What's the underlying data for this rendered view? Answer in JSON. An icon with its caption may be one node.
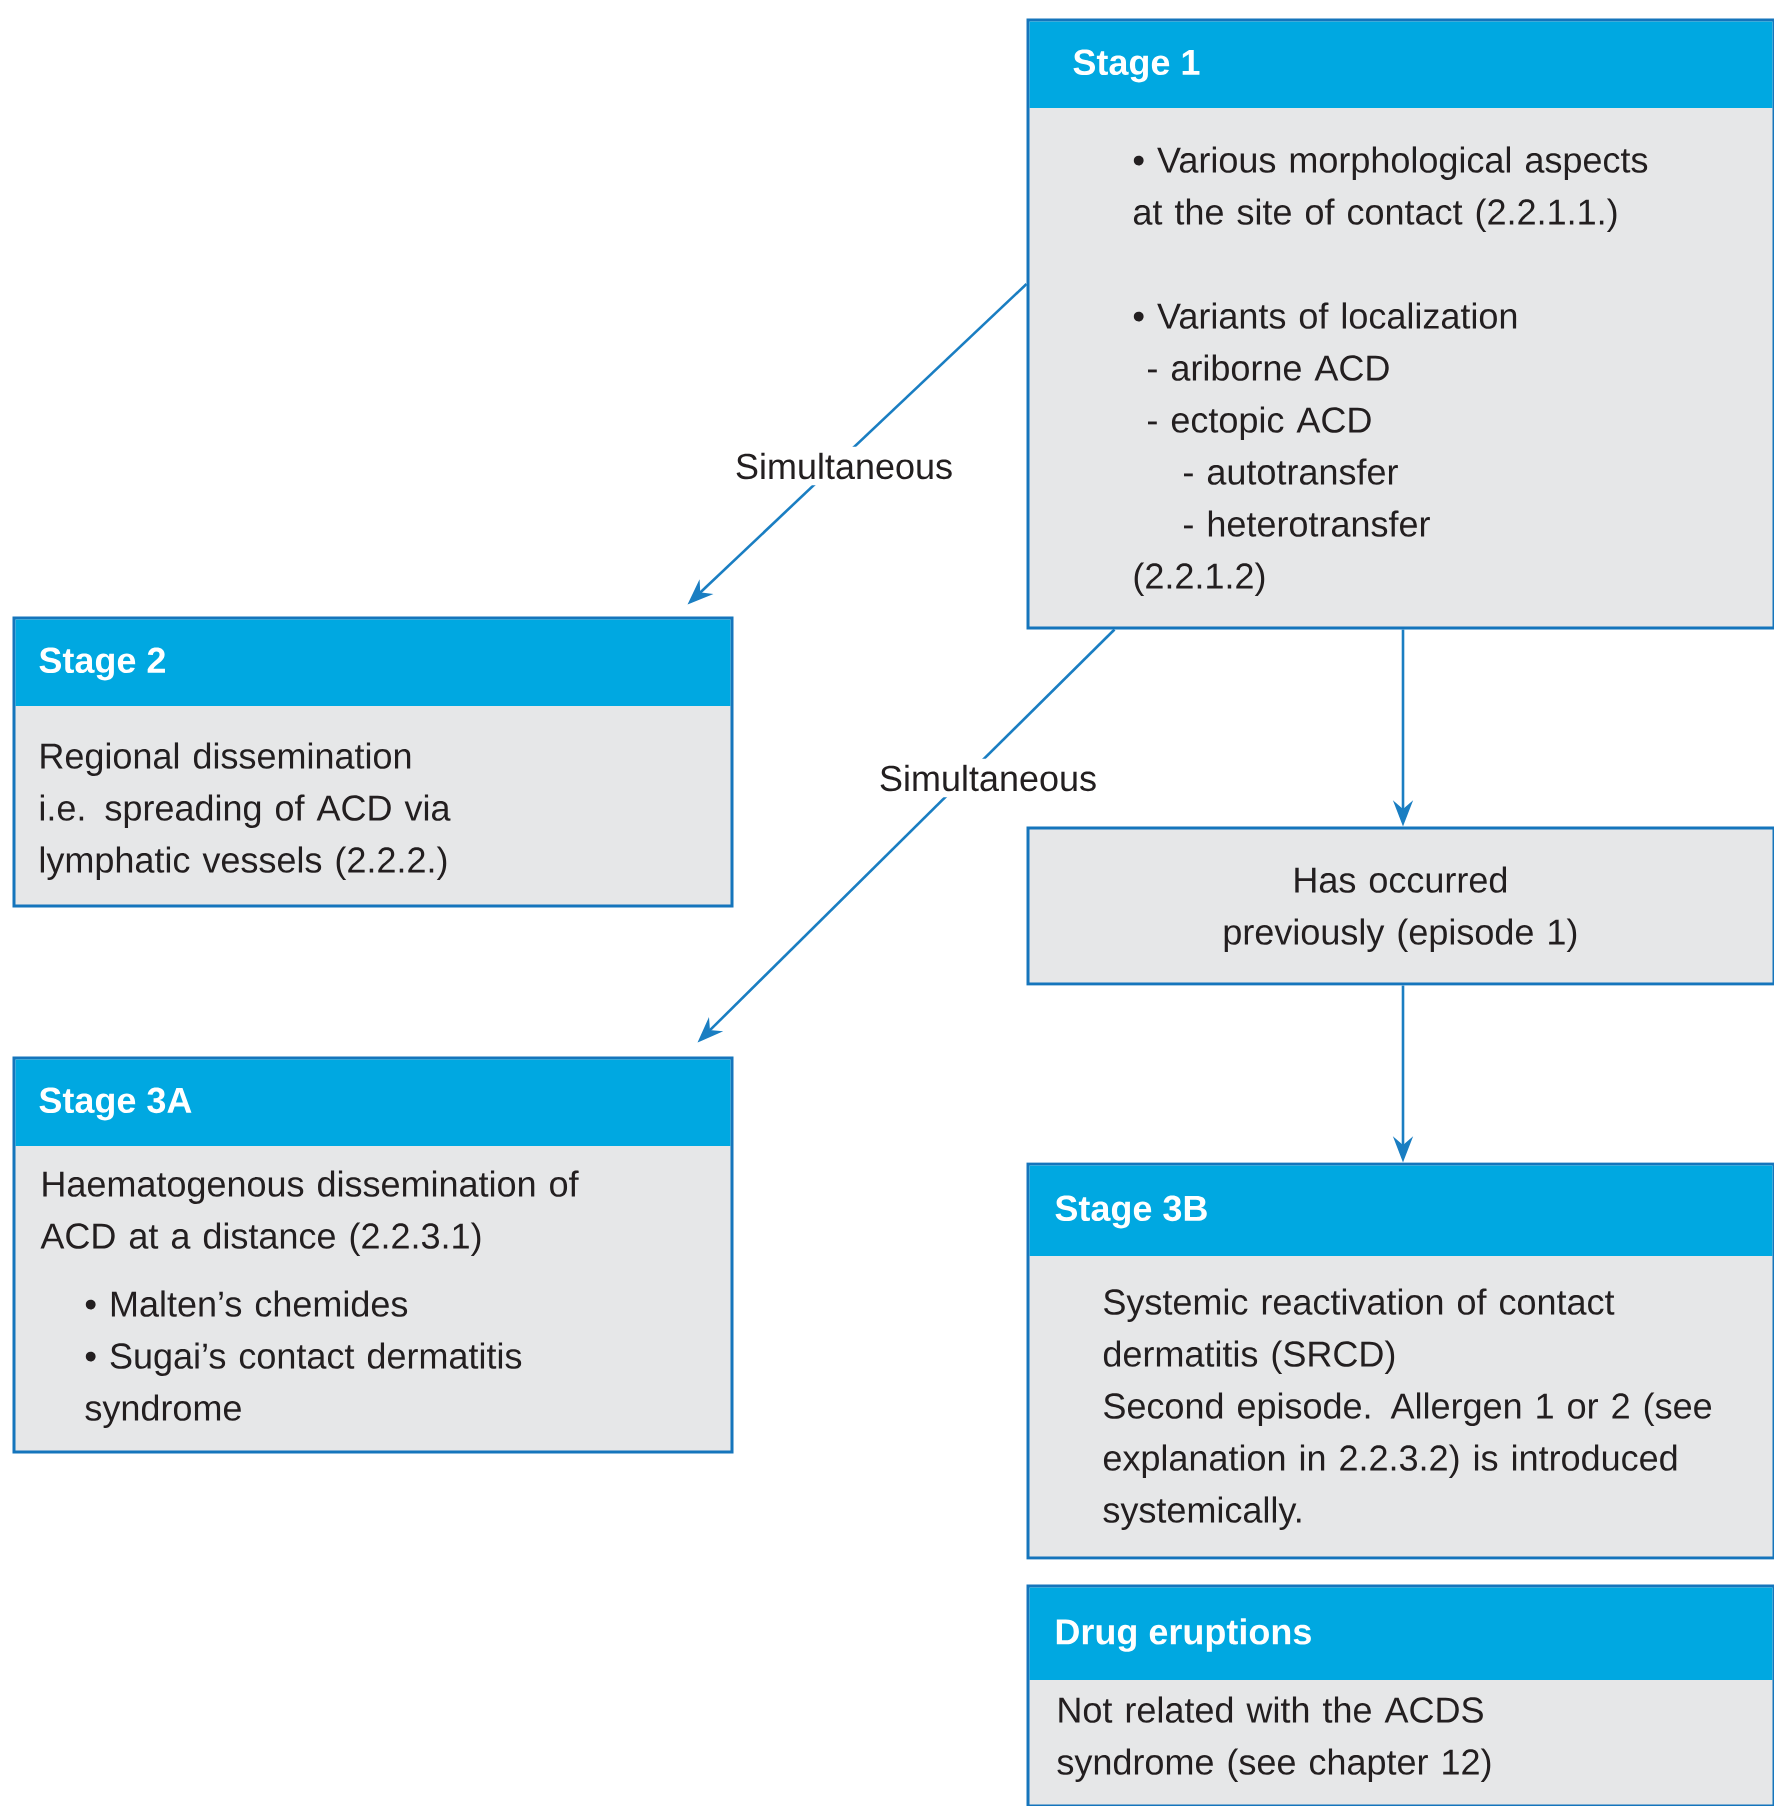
{
  "diagram": {
    "nodes": [
      {
        "text": [
          "Stage 1",
          "• Various morphological aspects at the site of contact (2.2.1.1.)",
          "• Variants of localization",
          "- ariborne ACD",
          "- ectopic ACD",
          "- autotransfer",
          "- heterotransfer",
          "(2.2.1.2)"
        ]
      },
      {
        "text": [
          "Stage 2",
          "Regional dissemination i.e. spreading of ACD via lymphatic vessels (2.2.2.)"
        ]
      },
      {
        "text": [
          "Stage 3A",
          "Haematogenous dissemination of ACD at a distance (2.2.3.1)",
          "• Malten’s chemides",
          "• Sugai’s contact dermatitis syndrome"
        ]
      },
      {
        "text": [
          "Has occurred previously (episode 1)"
        ]
      },
      {
        "text": [
          "Stage 3B",
          "Systemic reactivation of contact dermatitis (SRCD)",
          "Second episode. Allergen 1 or 2 (see explanation in 2.2.3.2) is introduced systemically."
        ]
      },
      {
        "text": [
          "Drug eruptions",
          "Not related with the ACDS syndrome (see chapter 12)"
        ]
      }
    ],
    "edges": [
      {
        "from": 0,
        "to": 1,
        "arrow": "to",
        "label": "Simultaneous"
      },
      {
        "from": 0,
        "to": 2,
        "arrow": "to",
        "label": "Simultaneous"
      },
      {
        "from": 0,
        "to": 3,
        "arrow": "to"
      },
      {
        "from": 3,
        "to": 4,
        "arrow": "to"
      }
    ]
  }
}
